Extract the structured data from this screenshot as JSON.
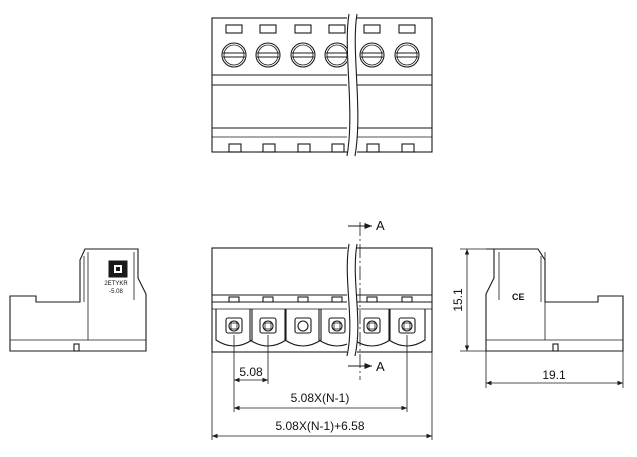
{
  "dimensions": {
    "pitch": "5.08",
    "span": "5.08X(N-1)",
    "overall": "5.08X(N-1)+6.58",
    "height": "15.1",
    "depth": "19.1"
  },
  "section": {
    "label_top": "A",
    "label_bottom": "A"
  },
  "side_label": {
    "line1": "2ETYKR",
    "line2": "-5.08"
  },
  "certification_mark": "CE"
}
